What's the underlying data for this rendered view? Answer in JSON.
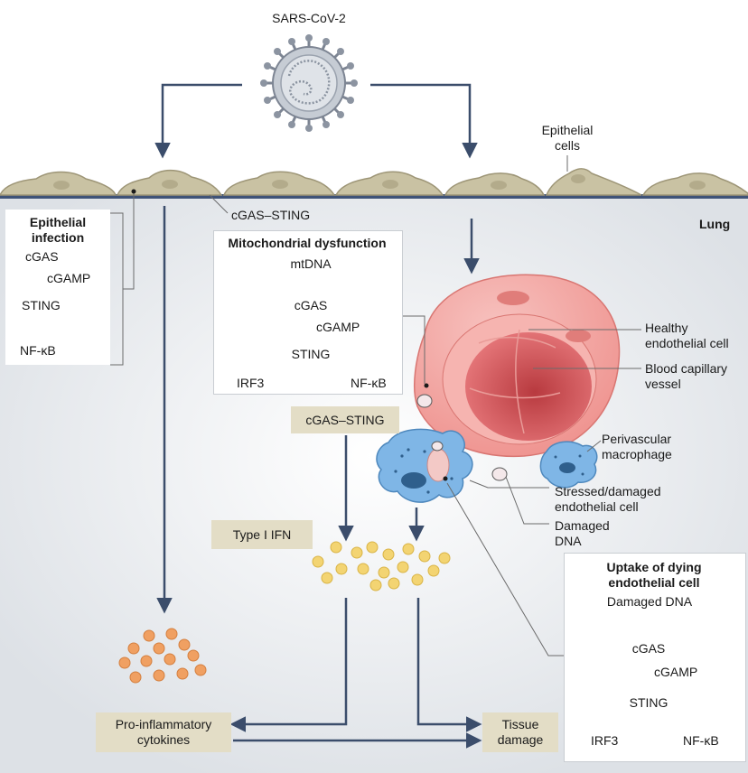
{
  "virus_label": "SARS-CoV-2",
  "epithelial_cells_label": "Epithelial\ncells",
  "lung_label": "Lung",
  "cgas_sting_label_top": "cGAS–STING",
  "epithelial_infection": {
    "title": "Epithelial\ninfection",
    "steps": [
      "cGAS",
      "cGAMP",
      "STING",
      "NF-κB"
    ]
  },
  "mitochondrial_dysfunction": {
    "title": "Mitochondrial dysfunction",
    "mtdna": "mtDNA",
    "cgas": "cGAS",
    "cgamp": "cGAMP",
    "sting": "STING",
    "irf3": "IRF3",
    "nfkb": "NF-κB"
  },
  "cgas_sting_tag": "cGAS–STING",
  "type1_ifn_tag": "Type I IFN",
  "vessel_labels": {
    "healthy": "Healthy\nendothelial cell",
    "capillary": "Blood capillary\nvessel",
    "macrophage": "Perivascular\nmacrophage",
    "stressed": "Stressed/damaged\nendothelial cell",
    "damaged_dna": "Damaged\nDNA"
  },
  "uptake": {
    "title": "Uptake of dying\nendothelial cell",
    "damaged_dna": "Damaged DNA",
    "cgas": "cGAS",
    "cgamp": "cGAMP",
    "sting": "STING",
    "irf3": "IRF3",
    "nfkb": "NF-κB"
  },
  "cytokines_tag": "Pro-inflammatory\ncytokines",
  "tissue_damage_tag": "Tissue\ndamage",
  "colors": {
    "epithelium": "#c9c2a3",
    "lumen": "#e8ebef",
    "arrow": "#3b4d6b",
    "vessel": "#f08a86",
    "macrophage": "#7fb6e6",
    "tag": "#e3ddc6",
    "orange_particle": "#f0a062",
    "yellow_particle": "#f3d472"
  }
}
